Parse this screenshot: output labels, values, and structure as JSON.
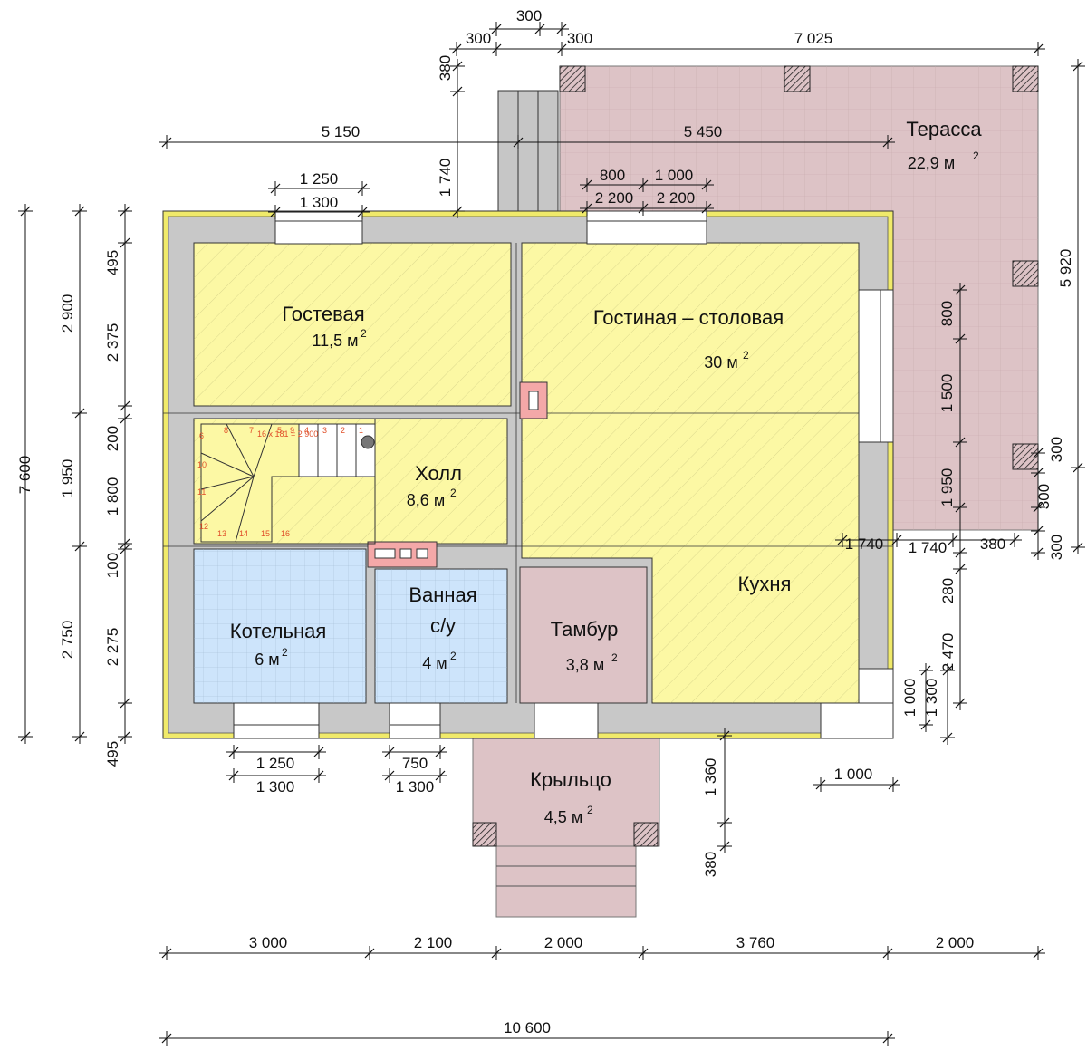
{
  "colors": {
    "living": "#fcf8a4",
    "wet": "#cde4fb",
    "porch": "#ddc3c6",
    "wall": "#c8c8c8",
    "outline_yellow": "#f0ea6a",
    "chimney": "#f4a8a8",
    "stair_text": "#e0502a"
  },
  "rooms": {
    "gostevaya": {
      "name": "Гостевая",
      "area": "11,5 м",
      "sup": "2"
    },
    "gostinaya": {
      "name": "Гостиная – столовая",
      "area": "30 м",
      "sup": "2"
    },
    "holl": {
      "name": "Холл",
      "area": "8,6 м",
      "sup": "2"
    },
    "kotelnaya": {
      "name": "Котельная",
      "area": "6 м",
      "sup": "2"
    },
    "vannaya": {
      "name1": "Ванная",
      "name2": "с/у",
      "area": "4 м",
      "sup": "2"
    },
    "tambur": {
      "name": "Тамбур",
      "area": "3,8 м",
      "sup": "2"
    },
    "kuhnya": {
      "name": "Кухня"
    },
    "terrasa": {
      "name": "Терасса",
      "area": "22,9 м",
      "sup": "2"
    },
    "krylco": {
      "name": "Крыльцо",
      "area": "4,5 м",
      "sup": "2"
    }
  },
  "stair": {
    "formula": "16 х 181 = 2 900",
    "steps": [
      "1",
      "2",
      "3",
      "4",
      "5",
      "6",
      "7",
      "8",
      "9",
      "10",
      "11",
      "12",
      "13",
      "14",
      "15",
      "16"
    ]
  },
  "dims_top": {
    "d300_top": "300",
    "d300_a": "300",
    "d300_b": "300",
    "d7025": "7 025",
    "d5150": "5 150",
    "d5450": "5 450",
    "d1250": "1 250",
    "d1300": "1 300",
    "d800": "800",
    "d1000": "1 000",
    "d2200a": "2 200",
    "d2200b": "2 200",
    "v380": "380",
    "v1740": "1 740"
  },
  "dims_left": {
    "d7600": "7 600",
    "d2900": "2 900",
    "d1950": "1 950",
    "d2750": "2 750",
    "d495a": "495",
    "d2375": "2 375",
    "d200": "200",
    "d1800": "1 800",
    "d100": "100",
    "d2275": "2 275",
    "d495b": "495"
  },
  "dims_right": {
    "d5920": "5 920",
    "d800": "800",
    "d1500": "1 500",
    "d1950": "1 950",
    "d300a": "300",
    "d300b": "300",
    "d300c": "300",
    "h1740a": "1 740",
    "h1740b": "1 740",
    "h380": "380",
    "d280": "280",
    "d2470": "2 470",
    "d1000v": "1 000",
    "d1300v": "1 300",
    "h1000": "1 000"
  },
  "dims_bottom": {
    "d1250": "1 250",
    "d1300a": "1 300",
    "d750": "750",
    "d1300b": "1 300",
    "v1360": "1 360",
    "v380": "380",
    "d3000": "3 000",
    "d2100": "2 100",
    "d2000a": "2 000",
    "d3760": "3 760",
    "d2000b": "2 000",
    "d10600": "10 600"
  }
}
